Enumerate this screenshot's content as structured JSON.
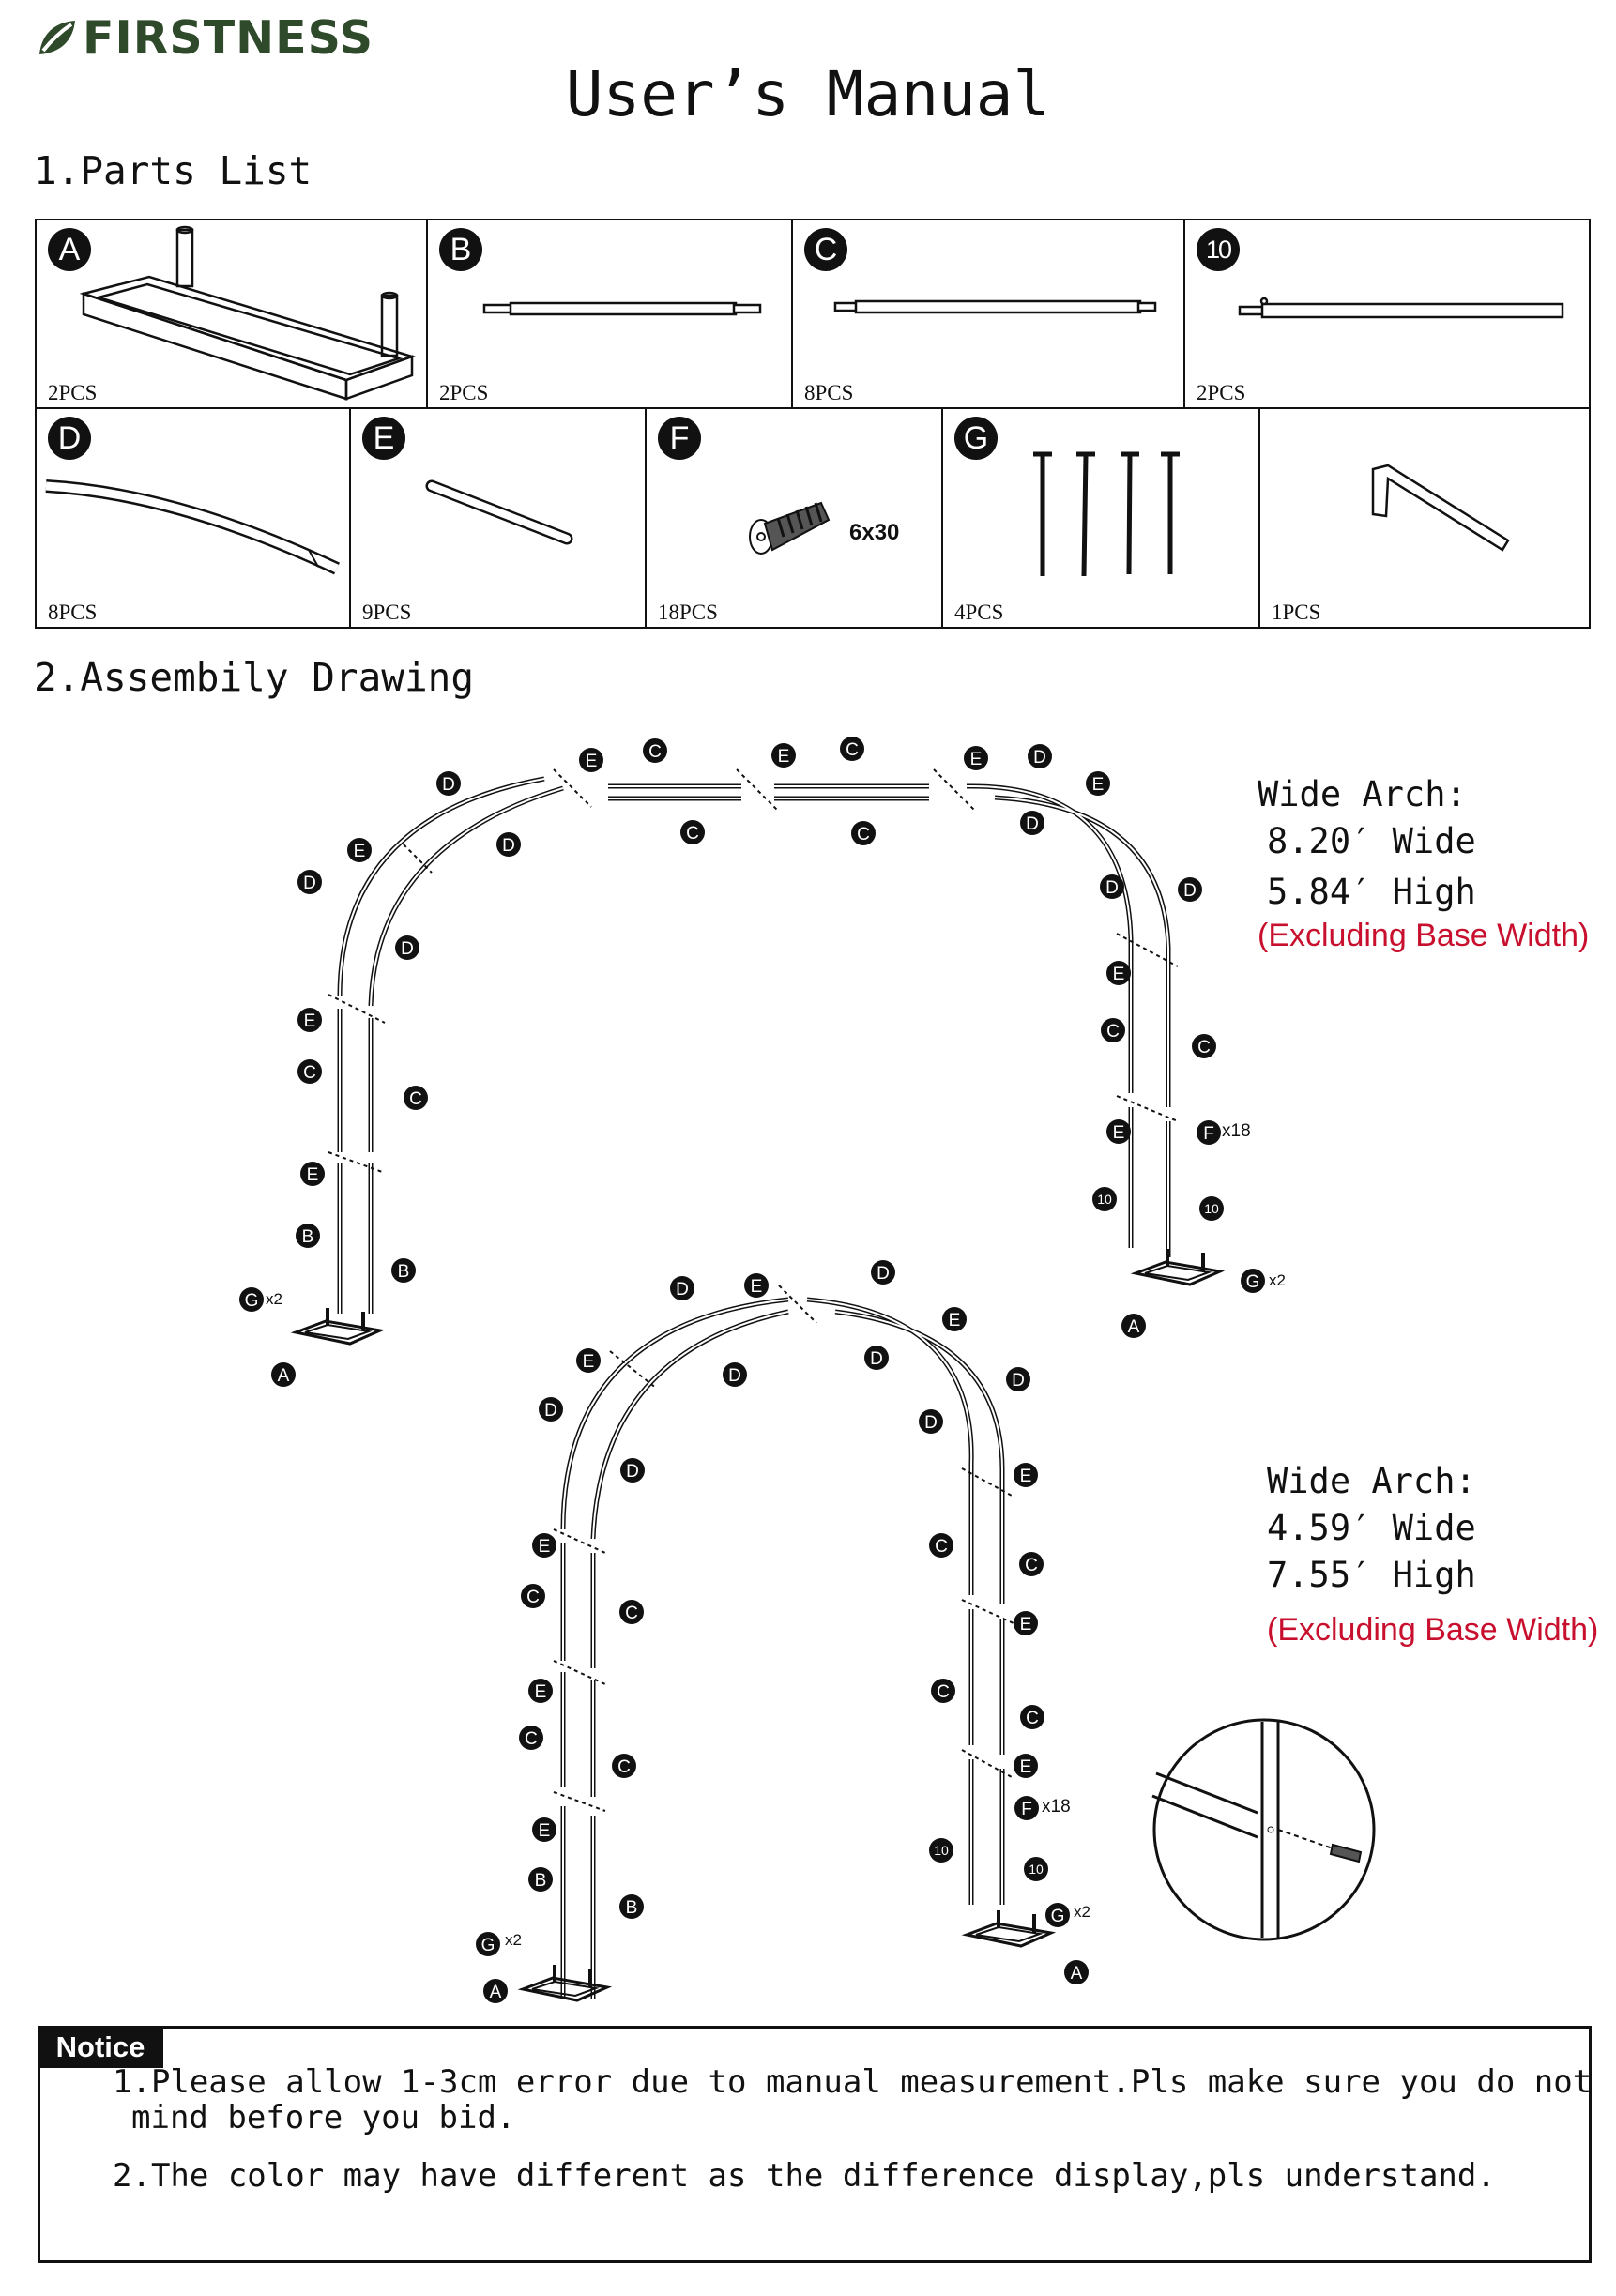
{
  "brand": {
    "name": "FIRSTNESS",
    "logo_color": "#2f4a2b",
    "logo_icon": "leaf-icon"
  },
  "title": "User’s Manual",
  "parts_section": {
    "heading": "1.Parts List",
    "parts": [
      {
        "label": "A",
        "qty": "2PCS",
        "icon": "base-frame-icon"
      },
      {
        "label": "B",
        "qty": "2PCS",
        "icon": "straight-tube-icon"
      },
      {
        "label": "C",
        "qty": "8PCS",
        "icon": "straight-tube-icon"
      },
      {
        "label": "10",
        "qty": "2PCS",
        "icon": "straight-tube-icon"
      },
      {
        "label": "D",
        "qty": "8PCS",
        "icon": "curved-tube-icon"
      },
      {
        "label": "E",
        "qty": "9PCS",
        "icon": "connector-tube-icon"
      },
      {
        "label": "F",
        "qty": "18PCS",
        "icon": "screw-icon",
        "spec": "6x30"
      },
      {
        "label": "G",
        "qty": "4PCS",
        "icon": "ground-stake-icon"
      },
      {
        "label": "",
        "qty": "1PCS",
        "icon": "allen-key-icon"
      }
    ]
  },
  "assembly_section": {
    "heading": "2.Assembily Drawing",
    "wide_arch": {
      "title": "Wide Arch:",
      "width": "8.20′ Wide",
      "height": "5.84′ High",
      "note": "(Excluding Base Width)"
    },
    "tall_arch": {
      "title": "Wide Arch:",
      "width": "4.59′ Wide",
      "height": "7.55′ High",
      "note": "(Excluding Base Width)"
    },
    "multipliers": {
      "f": "x18",
      "g": "x2"
    }
  },
  "notice": {
    "tag": "Notice",
    "items": [
      {
        "line1": "1.Please allow 1-3cm error due to manual measurement.Pls make sure you do not",
        "line2": "mind before you bid."
      },
      {
        "line1": "2.The color may have different as the difference display,pls understand."
      }
    ]
  },
  "colors": {
    "text": "#111111",
    "red_note": "#c8102e",
    "brand_green": "#2f4a2b"
  }
}
